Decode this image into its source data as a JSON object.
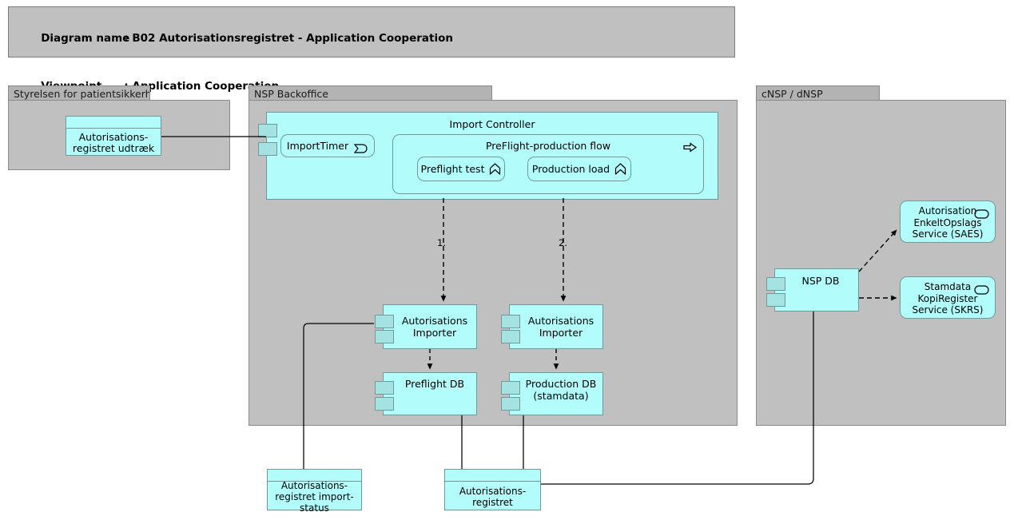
{
  "title_block": {
    "line1_label": "Diagram name",
    "line1_sep": ": ",
    "line1_value": "B02 Autorisationsregistret - Application Cooperation",
    "line2_label": "Viewpoint",
    "line2_sep": ": ",
    "line2_value": "Application Cooperation"
  },
  "colors": {
    "element_fill": "#b2fcfc",
    "element_stroke": "#6f9a9a",
    "group_fill": "#c0c0c0",
    "group_tab_fill": "#b3b3b3",
    "group_stroke": "#8a8a8a",
    "title_fill": "#c0c0c0",
    "line": "#000000",
    "page_bg": "#ffffff"
  },
  "groups": [
    {
      "id": "styrelsen",
      "label": "Styrelsen for patientsikkerhed"
    },
    {
      "id": "nsp-backoffice",
      "label": "NSP Backoffice"
    },
    {
      "id": "cnsp-dnsp",
      "label": "cNSP / dNSP"
    }
  ],
  "elements": {
    "autorisationsregistret_udtraek": {
      "label": "Autorisations-\nregistret udtræk",
      "type": "data-object"
    },
    "import_controller": {
      "label": "Import Controller",
      "type": "application-component"
    },
    "import_timer": {
      "label": "ImportTimer",
      "type": "application-event",
      "icon": "event-icon"
    },
    "preflight_flow": {
      "label": "PreFlight-production flow",
      "type": "application-process",
      "icon": "process-arrow-icon"
    },
    "preflight_test": {
      "label": "Preflight test",
      "type": "application-function",
      "icon": "function-chevron-icon"
    },
    "production_load": {
      "label": "Production load",
      "type": "application-function",
      "icon": "function-chevron-icon"
    },
    "importer_left": {
      "label": "Autorisations\nImporter",
      "type": "application-component"
    },
    "importer_right": {
      "label": "Autorisations\nImporter",
      "type": "application-component"
    },
    "preflight_db": {
      "label": "Preflight DB",
      "type": "application-component"
    },
    "production_db": {
      "label": "Production DB\n(stamdata)",
      "type": "application-component"
    },
    "nsp_db": {
      "label": "NSP DB",
      "type": "application-component"
    },
    "saes": {
      "label": "Autorisation\nEnkeltOpslags\nService (SAES)",
      "type": "application-service",
      "icon": "service-oval-icon"
    },
    "skrs": {
      "label": "Stamdata\nKopiRegister\nService (SKRS)",
      "type": "application-service",
      "icon": "service-oval-icon"
    },
    "import_status": {
      "label": "Autorisations-\nregistret import-\nstatus",
      "type": "data-object"
    },
    "autorisationsregistret": {
      "label": "Autorisations-\nregistret",
      "type": "data-object"
    }
  },
  "edge_labels": {
    "flow_1": "1.",
    "flow_2": "2."
  },
  "connections": [
    {
      "from": "autorisationsregistret_udtraek",
      "to": "import_controller",
      "style": "solid",
      "arrow": "none"
    },
    {
      "from": "preflight_test",
      "to": "importer_left",
      "style": "dashed",
      "arrow": "open",
      "label": "1."
    },
    {
      "from": "production_load",
      "to": "importer_right",
      "style": "dashed",
      "arrow": "open",
      "label": "2."
    },
    {
      "from": "importer_left",
      "to": "preflight_db",
      "style": "dashed",
      "arrow": "open"
    },
    {
      "from": "importer_right",
      "to": "production_db",
      "style": "dashed",
      "arrow": "open"
    },
    {
      "from": "importer_left",
      "to": "import_status",
      "style": "solid",
      "arrow": "none"
    },
    {
      "from": "preflight_db",
      "to": "autorisationsregistret",
      "style": "solid",
      "arrow": "none"
    },
    {
      "from": "production_db",
      "to": "autorisationsregistret",
      "style": "solid",
      "arrow": "none"
    },
    {
      "from": "autorisationsregistret",
      "to": "nsp_db",
      "style": "solid",
      "arrow": "none"
    },
    {
      "from": "nsp_db",
      "to": "saes",
      "style": "dashed",
      "arrow": "open"
    },
    {
      "from": "nsp_db",
      "to": "skrs",
      "style": "dashed",
      "arrow": "open"
    }
  ]
}
